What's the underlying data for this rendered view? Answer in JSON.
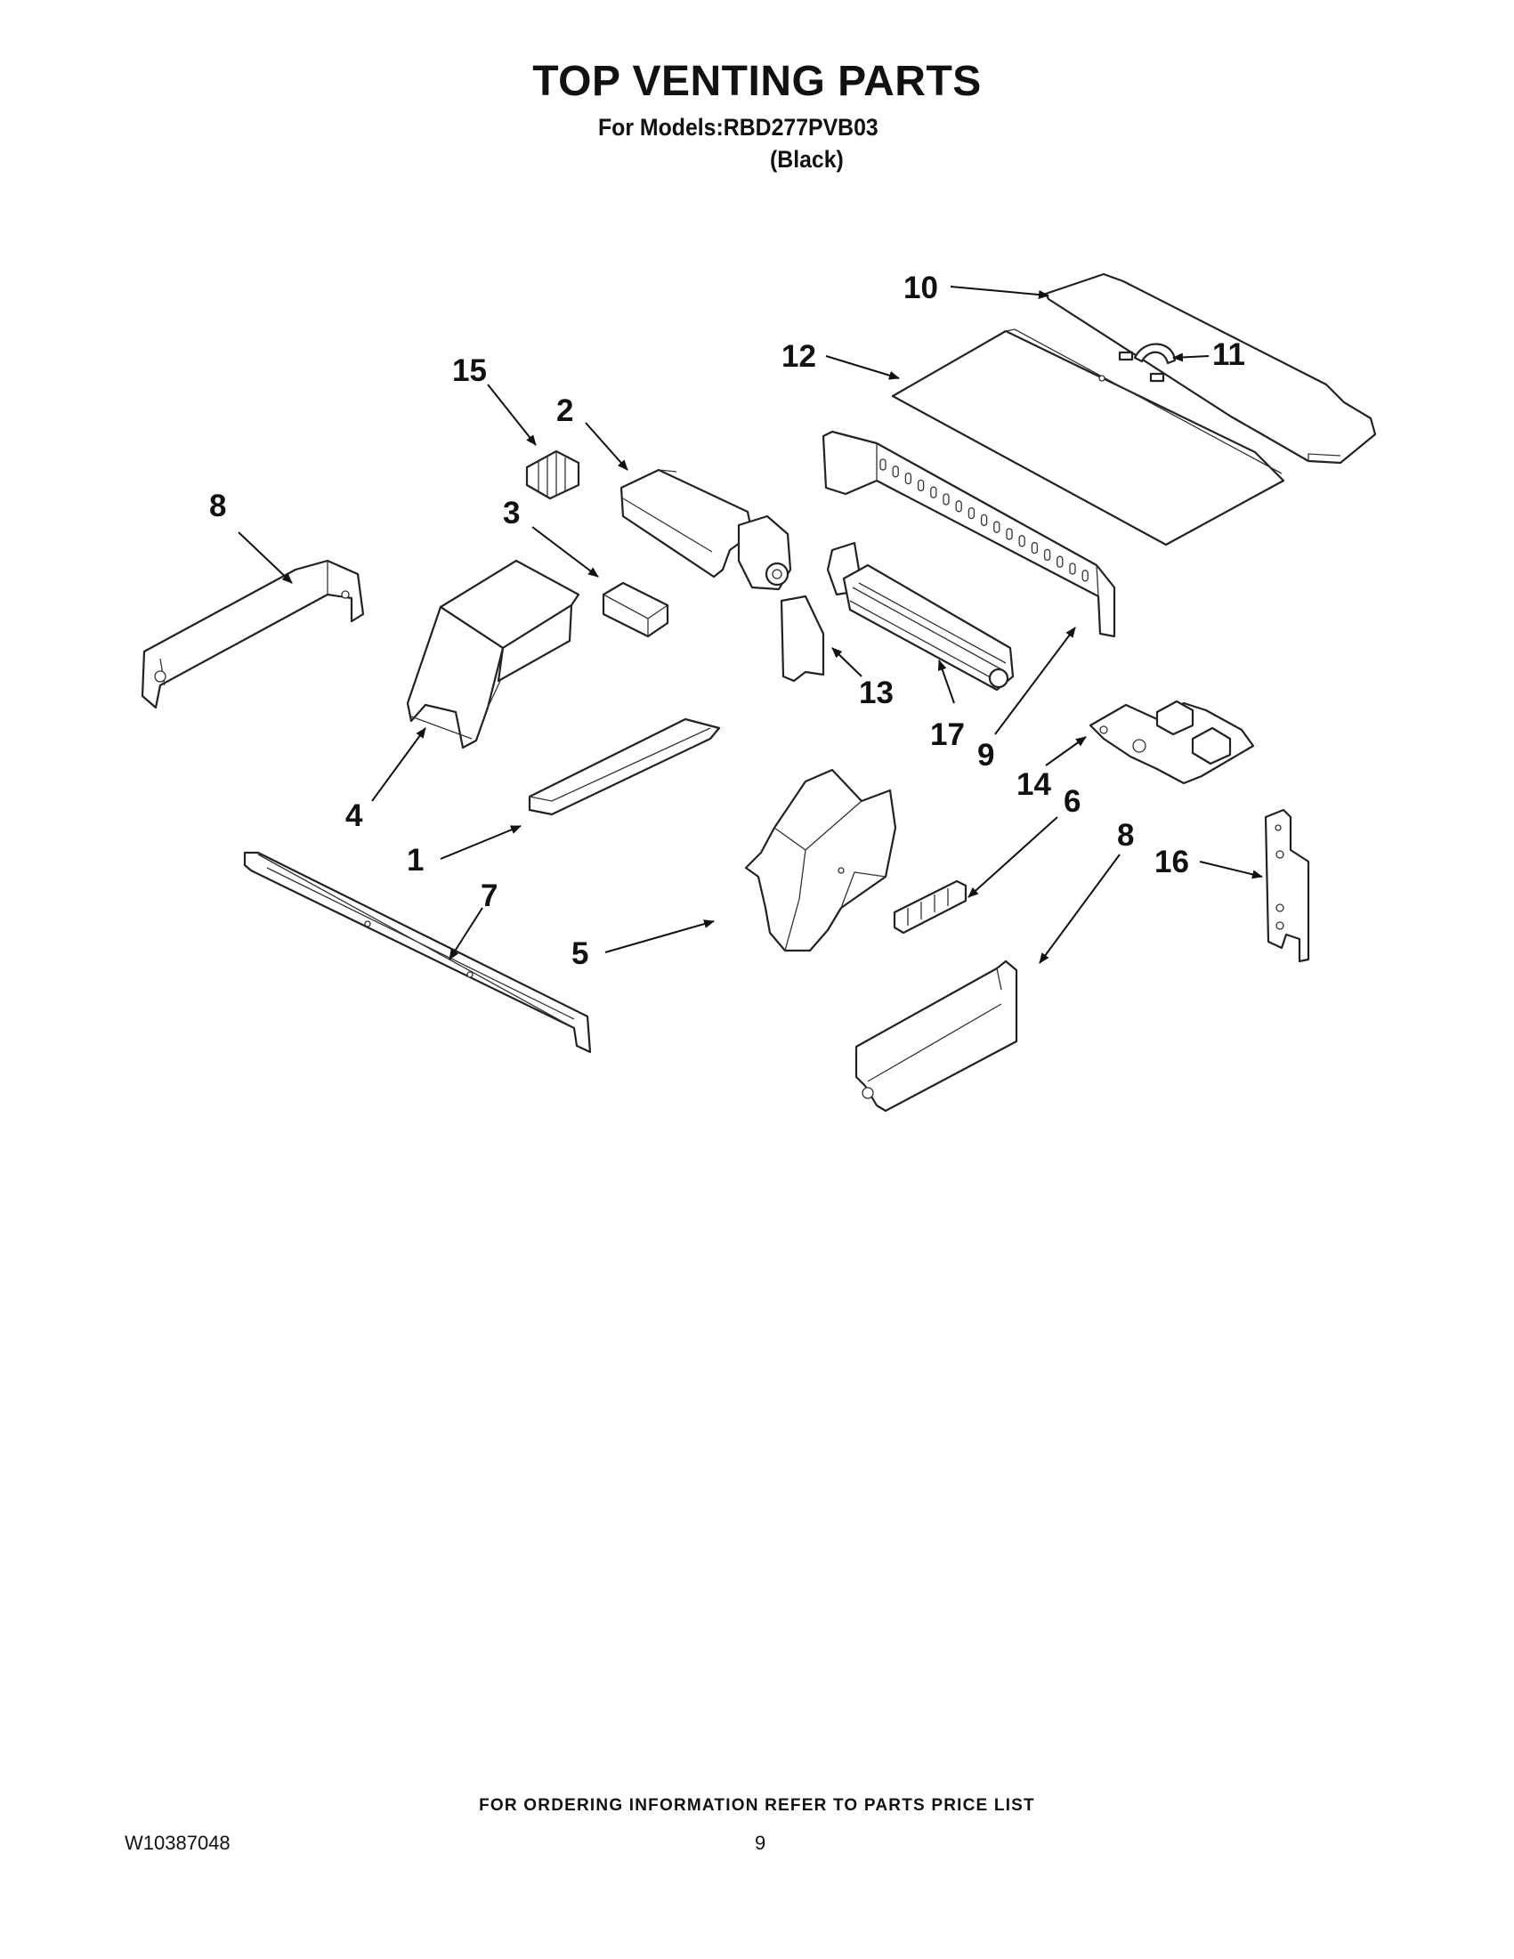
{
  "title": "TOP VENTING PARTS",
  "subtitle": "For Models:RBD277PVB03",
  "subtitle_variant": "(Black)",
  "callouts": [
    {
      "id": "c1",
      "label": "1"
    },
    {
      "id": "c2",
      "label": "2"
    },
    {
      "id": "c3",
      "label": "3"
    },
    {
      "id": "c4",
      "label": "4"
    },
    {
      "id": "c5",
      "label": "5"
    },
    {
      "id": "c6",
      "label": "6"
    },
    {
      "id": "c7",
      "label": "7"
    },
    {
      "id": "c8a",
      "label": "8"
    },
    {
      "id": "c8b",
      "label": "8"
    },
    {
      "id": "c9",
      "label": "9"
    },
    {
      "id": "c10",
      "label": "10"
    },
    {
      "id": "c11",
      "label": "11"
    },
    {
      "id": "c12",
      "label": "12"
    },
    {
      "id": "c13",
      "label": "13"
    },
    {
      "id": "c14",
      "label": "14"
    },
    {
      "id": "c15",
      "label": "15"
    },
    {
      "id": "c16",
      "label": "16"
    },
    {
      "id": "c17",
      "label": "17"
    }
  ],
  "footer": "FOR ORDERING INFORMATION REFER TO PARTS PRICE LIST",
  "document_number": "W10387048",
  "page_number": "9"
}
